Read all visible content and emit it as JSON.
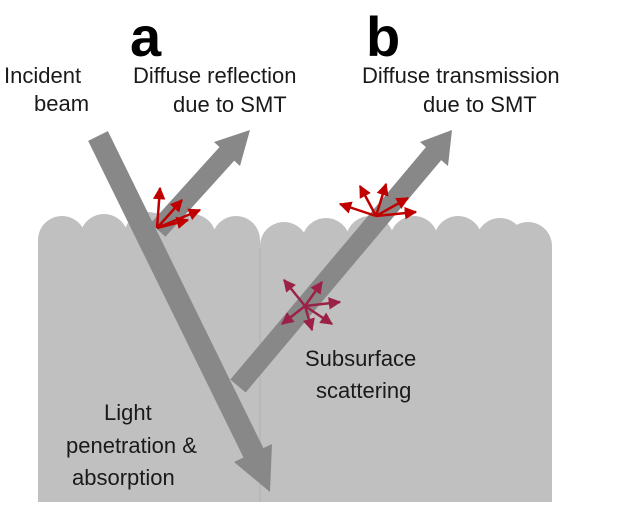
{
  "panels": {
    "a": "a",
    "b": "b"
  },
  "labels": {
    "incident_line1": "Incident",
    "incident_line2": "beam",
    "diffuse_reflection_line1": "Diffuse reflection",
    "diffuse_reflection_line2": "due to SMT",
    "diffuse_transmission_line1": "Diffuse transmission",
    "diffuse_transmission_line2": "due to SMT",
    "subsurface_line1": "Subsurface",
    "subsurface_line2": "scattering",
    "penetration_line1": "Light",
    "penetration_line2": "penetration &",
    "penetration_line3": "absorption"
  },
  "colors": {
    "material": "#c0c0c0",
    "beam": "#888888",
    "scatter_surface": "#c00000",
    "scatter_subsurface": "#9b2246",
    "text": "#1a1a1a"
  }
}
